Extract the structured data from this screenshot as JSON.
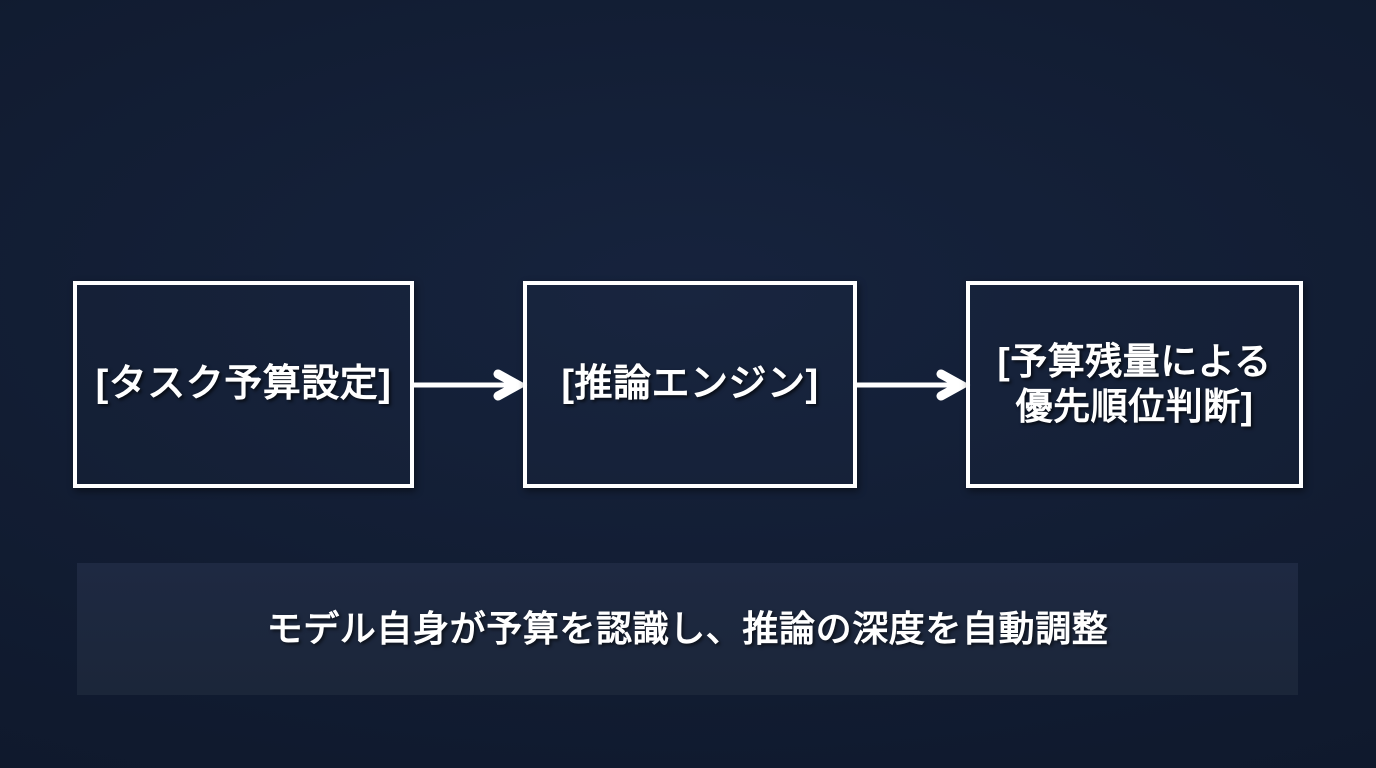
{
  "slide": {
    "background_color": "#121d33",
    "accent_color": "#ffffff"
  },
  "flow": {
    "nodes": [
      {
        "id": "task-budget-setting",
        "label": "[タスク予算設定]"
      },
      {
        "id": "inference-engine",
        "label": "[推論エンジン]"
      },
      {
        "id": "priority-judgement",
        "label": "[予算残量による\n優先順位判断]"
      }
    ],
    "connectors": [
      {
        "id": "arrow-1",
        "icon": "arrow-right-icon",
        "from": "task-budget-setting",
        "to": "inference-engine"
      },
      {
        "id": "arrow-2",
        "icon": "arrow-right-icon",
        "from": "inference-engine",
        "to": "priority-judgement"
      }
    ]
  },
  "caption": {
    "text": "モデル自身が予算を認識し、推論の深度を自動調整",
    "background_color": "#1e2942"
  }
}
